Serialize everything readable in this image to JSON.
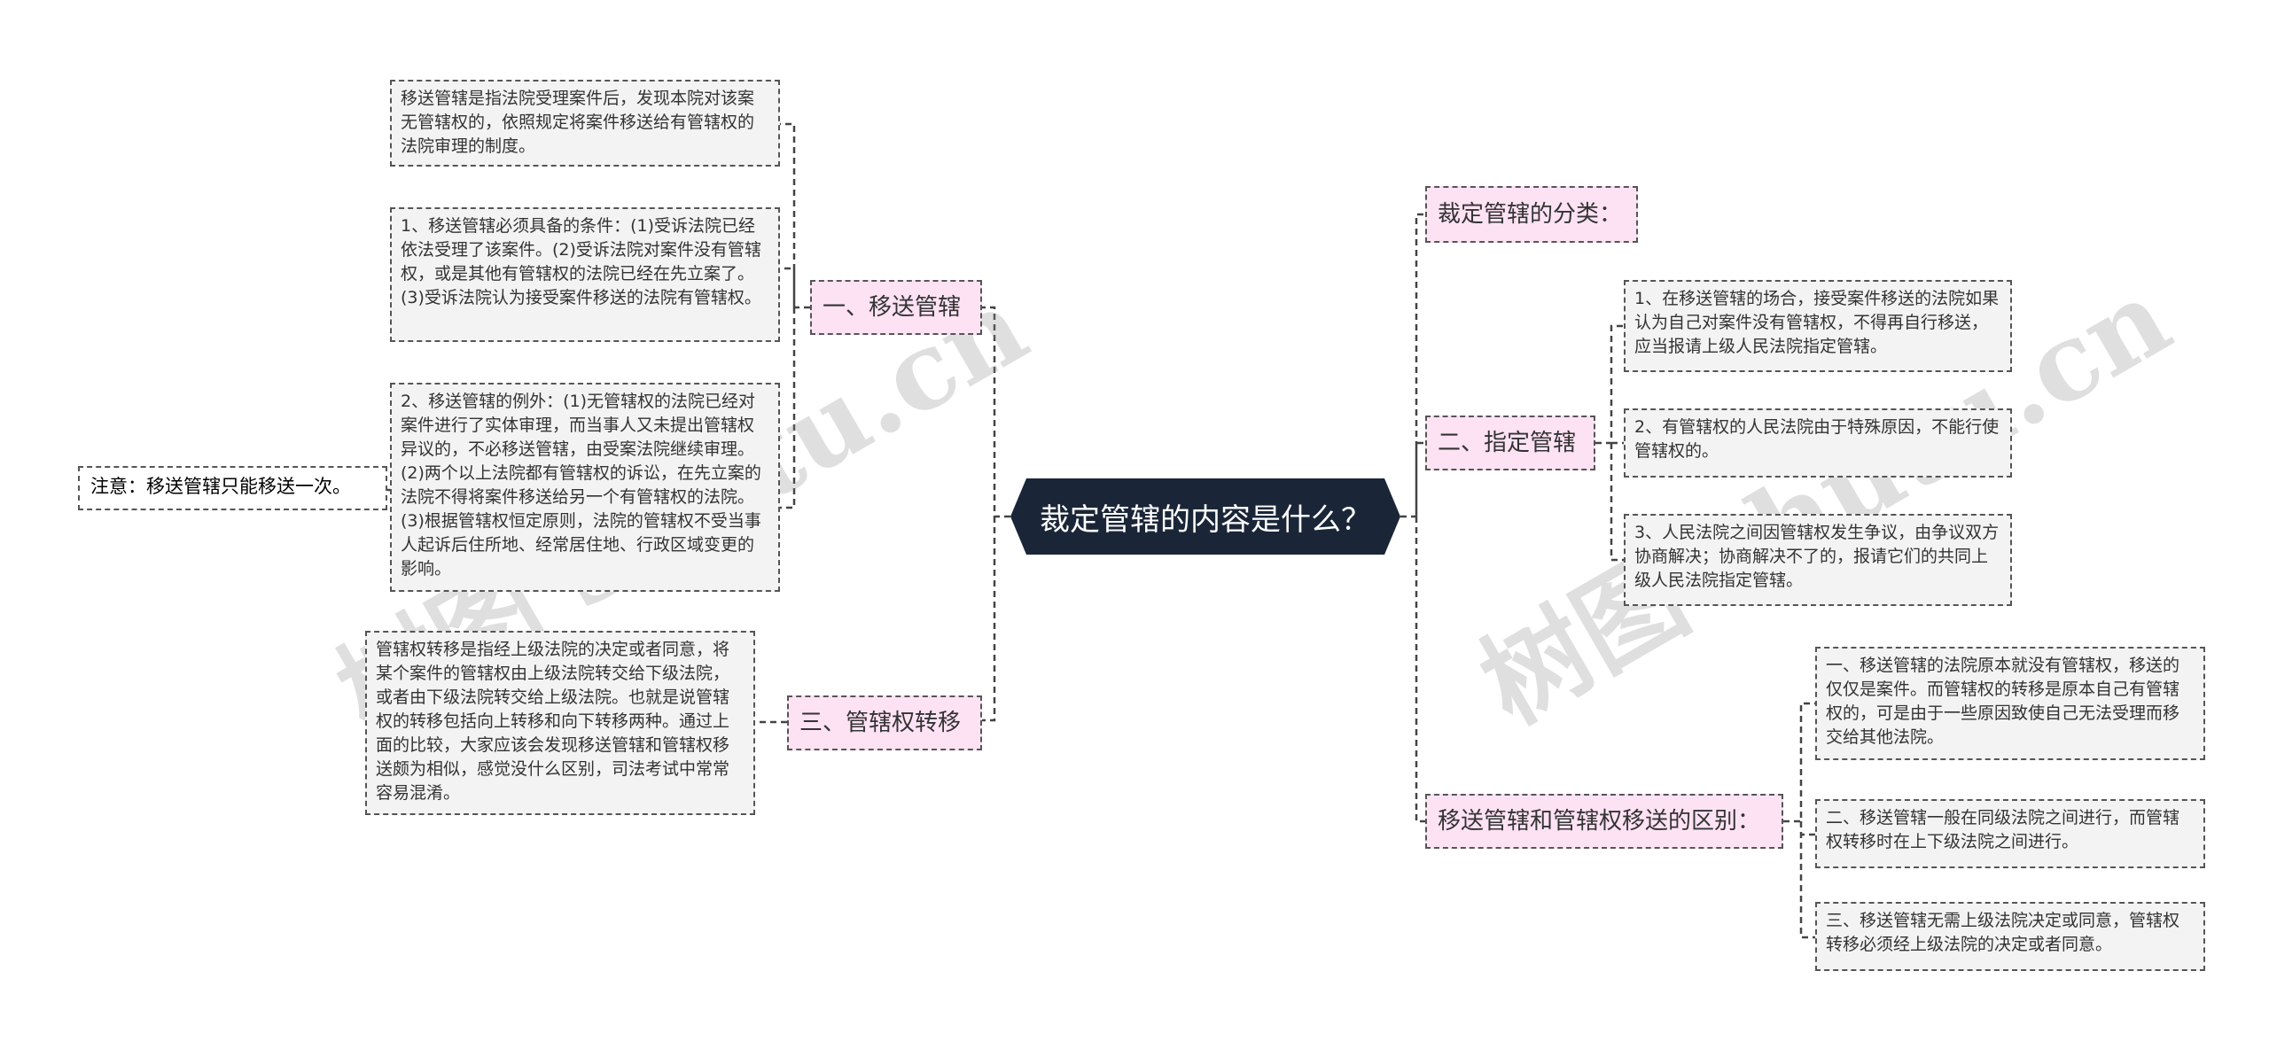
{
  "center": {
    "label": "裁定管辖的内容是什么？"
  },
  "left": {
    "b1": {
      "label": "一、移送管辖",
      "leaf1": "移送管辖是指法院受理案件后，发现本院对该案无管辖权的，依照规定将案件移送给有管辖权的法院审理的制度。",
      "leaf2": "1、移送管辖必须具备的条件：(1)受诉法院已经依法受理了该案件。(2)受诉法院对案件没有管辖权，或是其他有管辖权的法院已经在先立案了。(3)受诉法院认为接受案件移送的法院有管辖权。",
      "leaf3": "2、移送管辖的例外：(1)无管辖权的法院已经对案件进行了实体审理，而当事人又未提出管辖权异议的，不必移送管辖，由受案法院继续审理。(2)两个以上法院都有管辖权的诉讼，在先立案的法院不得将案件移送给另一个有管辖权的法院。(3)根据管辖权恒定原则，法院的管辖权不受当事人起诉后住所地、经常居住地、行政区域变更的影响。",
      "note": "注意：移送管辖只能移送一次。"
    },
    "b3": {
      "label": "三、管辖权转移",
      "leaf1": "管辖权转移是指经上级法院的决定或者同意，将某个案件的管辖权由上级法院转交给下级法院，或者由下级法院转交给上级法院。也就是说管辖权的转移包括向上转移和向下转移两种。通过上面的比较，大家应该会发现移送管辖和管辖权移送颇为相似，感觉没什么区别，司法考试中常常容易混淆。"
    }
  },
  "right": {
    "r1": {
      "label": "裁定管辖的分类："
    },
    "r2": {
      "label": "二、指定管辖",
      "leaf1": "1、在移送管辖的场合，接受案件移送的法院如果认为自己对案件没有管辖权，不得再自行移送，应当报请上级人民法院指定管辖。",
      "leaf2": "2、有管辖权的人民法院由于特殊原因，不能行使管辖权的。",
      "leaf3": "3、人民法院之间因管辖权发生争议，由争议双方协商解决；协商解决不了的，报请它们的共同上级人民法院指定管辖。"
    },
    "r3": {
      "label": "移送管辖和管辖权移送的区别：",
      "leaf1": "一、移送管辖的法院原本就没有管辖权，移送的仅仅是案件。而管辖权的转移是原本自己有管辖权的，可是由于一些原因致使自己无法受理而移交给其他法院。",
      "leaf2": "二、移送管辖一般在同级法院之间进行，而管辖权转移时在上下级法院之间进行。",
      "leaf3": "三、移送管辖无需上级法院决定或同意，管辖权转移必须经上级法院的决定或者同意。"
    }
  },
  "watermarks": [
    "树图 shutu.cn",
    "树图 shutu.cn"
  ],
  "colors": {
    "center_bg": "#1a2638",
    "branch_bg": "#fde2f4",
    "leaf_bg": "#f3f3f3",
    "line": "#444444"
  }
}
